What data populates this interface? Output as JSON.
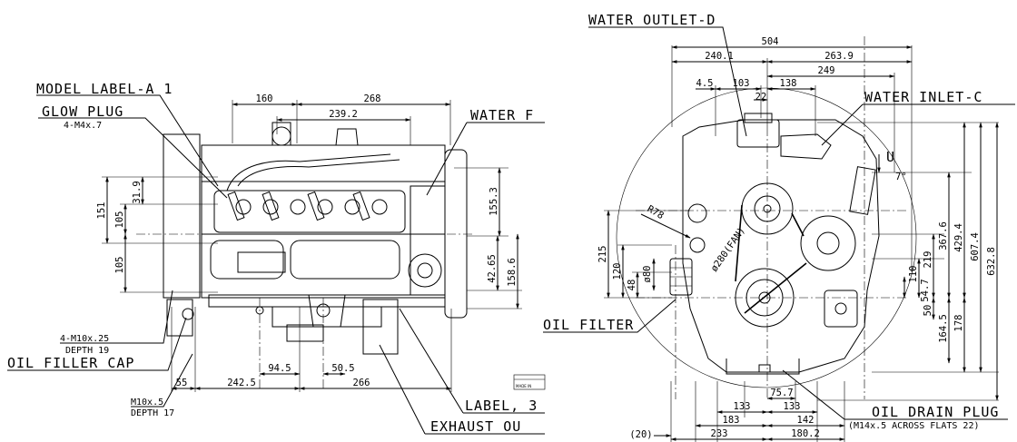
{
  "callouts": {
    "model_label": "MODEL LABEL-A 1",
    "glow_plug": "GLOW PLUG",
    "glow_plug_sub": "4-M4x.7",
    "water_f": "WATER F",
    "bolt_m10_25": "4-M10x.25",
    "depth_19": "DEPTH 19",
    "oil_filler_cap": "OIL FILLER CAP",
    "m10_5": "M10x.5",
    "depth_17": "DEPTH 17",
    "label_3": "LABEL, 3",
    "exhaust_out": "EXHAUST OU",
    "water_outlet": "WATER OUTLET-D",
    "water_inlet": "WATER INLET-C",
    "oil_filter": "OIL FILTER",
    "oil_drain_plug": "OIL DRAIN PLUG",
    "oil_drain_sub": "(M14x.5 ACROSS FLATS 22)",
    "u_mark": "U",
    "made_in": "MADE IN"
  },
  "left_view": {
    "dims": {
      "d160": "160",
      "d268": "268",
      "d239_2": "239.2",
      "d151": "151",
      "d105a": "105",
      "d31_9": "31.9",
      "d105b": "105",
      "d155_3": "155.3",
      "d42_65": "42.65",
      "d158_6": "158.6",
      "d55": "55",
      "d242_5": "242.5",
      "d94_5": "94.5",
      "d50_5": "50.5",
      "d266": "266"
    }
  },
  "right_view": {
    "dims": {
      "d504": "504",
      "d240_1": "240.1",
      "d263_9": "263.9",
      "d249": "249",
      "d4_5": "4.5",
      "d103": "103",
      "d138": "138",
      "d22": "22",
      "d215": "215",
      "d120": "120",
      "d48": "48",
      "d80": "ø80",
      "r78": "R78",
      "d280": "ø280(FAN)",
      "d7deg": "7°",
      "d367_6": "367.6",
      "d429_4": "429.4",
      "d607_4": "607.4",
      "d632_8": "632.8",
      "d219": "219",
      "d110": "110",
      "d54_7": "54.7",
      "d50": "50",
      "d164_5": "164.5",
      "d178": "178",
      "d75_7": "75.7",
      "d133a": "133",
      "d133b": "133",
      "d183": "183",
      "d142": "142",
      "d233": "233",
      "d180_2": "180.2",
      "d20": "(20)"
    }
  }
}
